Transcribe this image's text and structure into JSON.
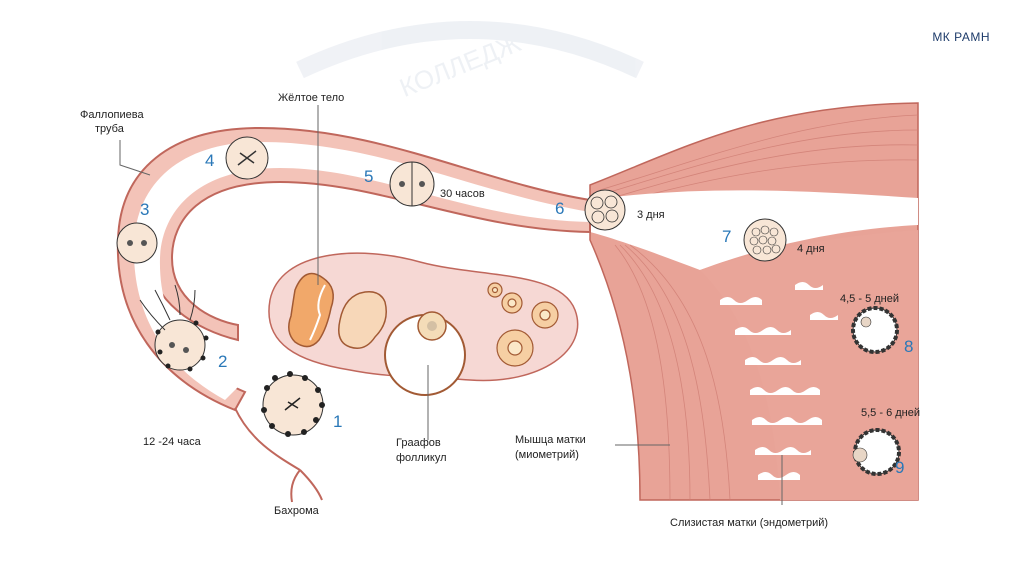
{
  "corner_label": "МК РАМН",
  "watermark": "КОЛЛЕДЖ",
  "labels": {
    "fallopian_tube_1": "Фаллопиева",
    "fallopian_tube_2": "труба",
    "corpus_luteum": "Жёлтое тело",
    "graaf_1": "Граафов",
    "graaf_2": "фолликул",
    "myometrium_1": "Мышца матки",
    "myometrium_2": "(миометрий)",
    "endometrium": "Слизистая матки (эндометрий)",
    "fimbria": "Бахрома",
    "t_12_24": "12 -24 часа",
    "t_30h": "30 часов",
    "t_3d": "3 дня",
    "t_4d": "4 дня",
    "t_45_5": "4,5 - 5 дней",
    "t_55_6": "5,5 - 6 дней"
  },
  "stage_numbers": [
    "1",
    "2",
    "3",
    "4",
    "5",
    "6",
    "7",
    "8",
    "9"
  ],
  "colors": {
    "tube": "#f3c3b8",
    "tube_stroke": "#c0675c",
    "muscle": "#e8a397",
    "muscle_line": "#cf7d73",
    "ovary": "#f6d8d4",
    "cell": "#f8e6d6",
    "number": "#2a78b8"
  }
}
